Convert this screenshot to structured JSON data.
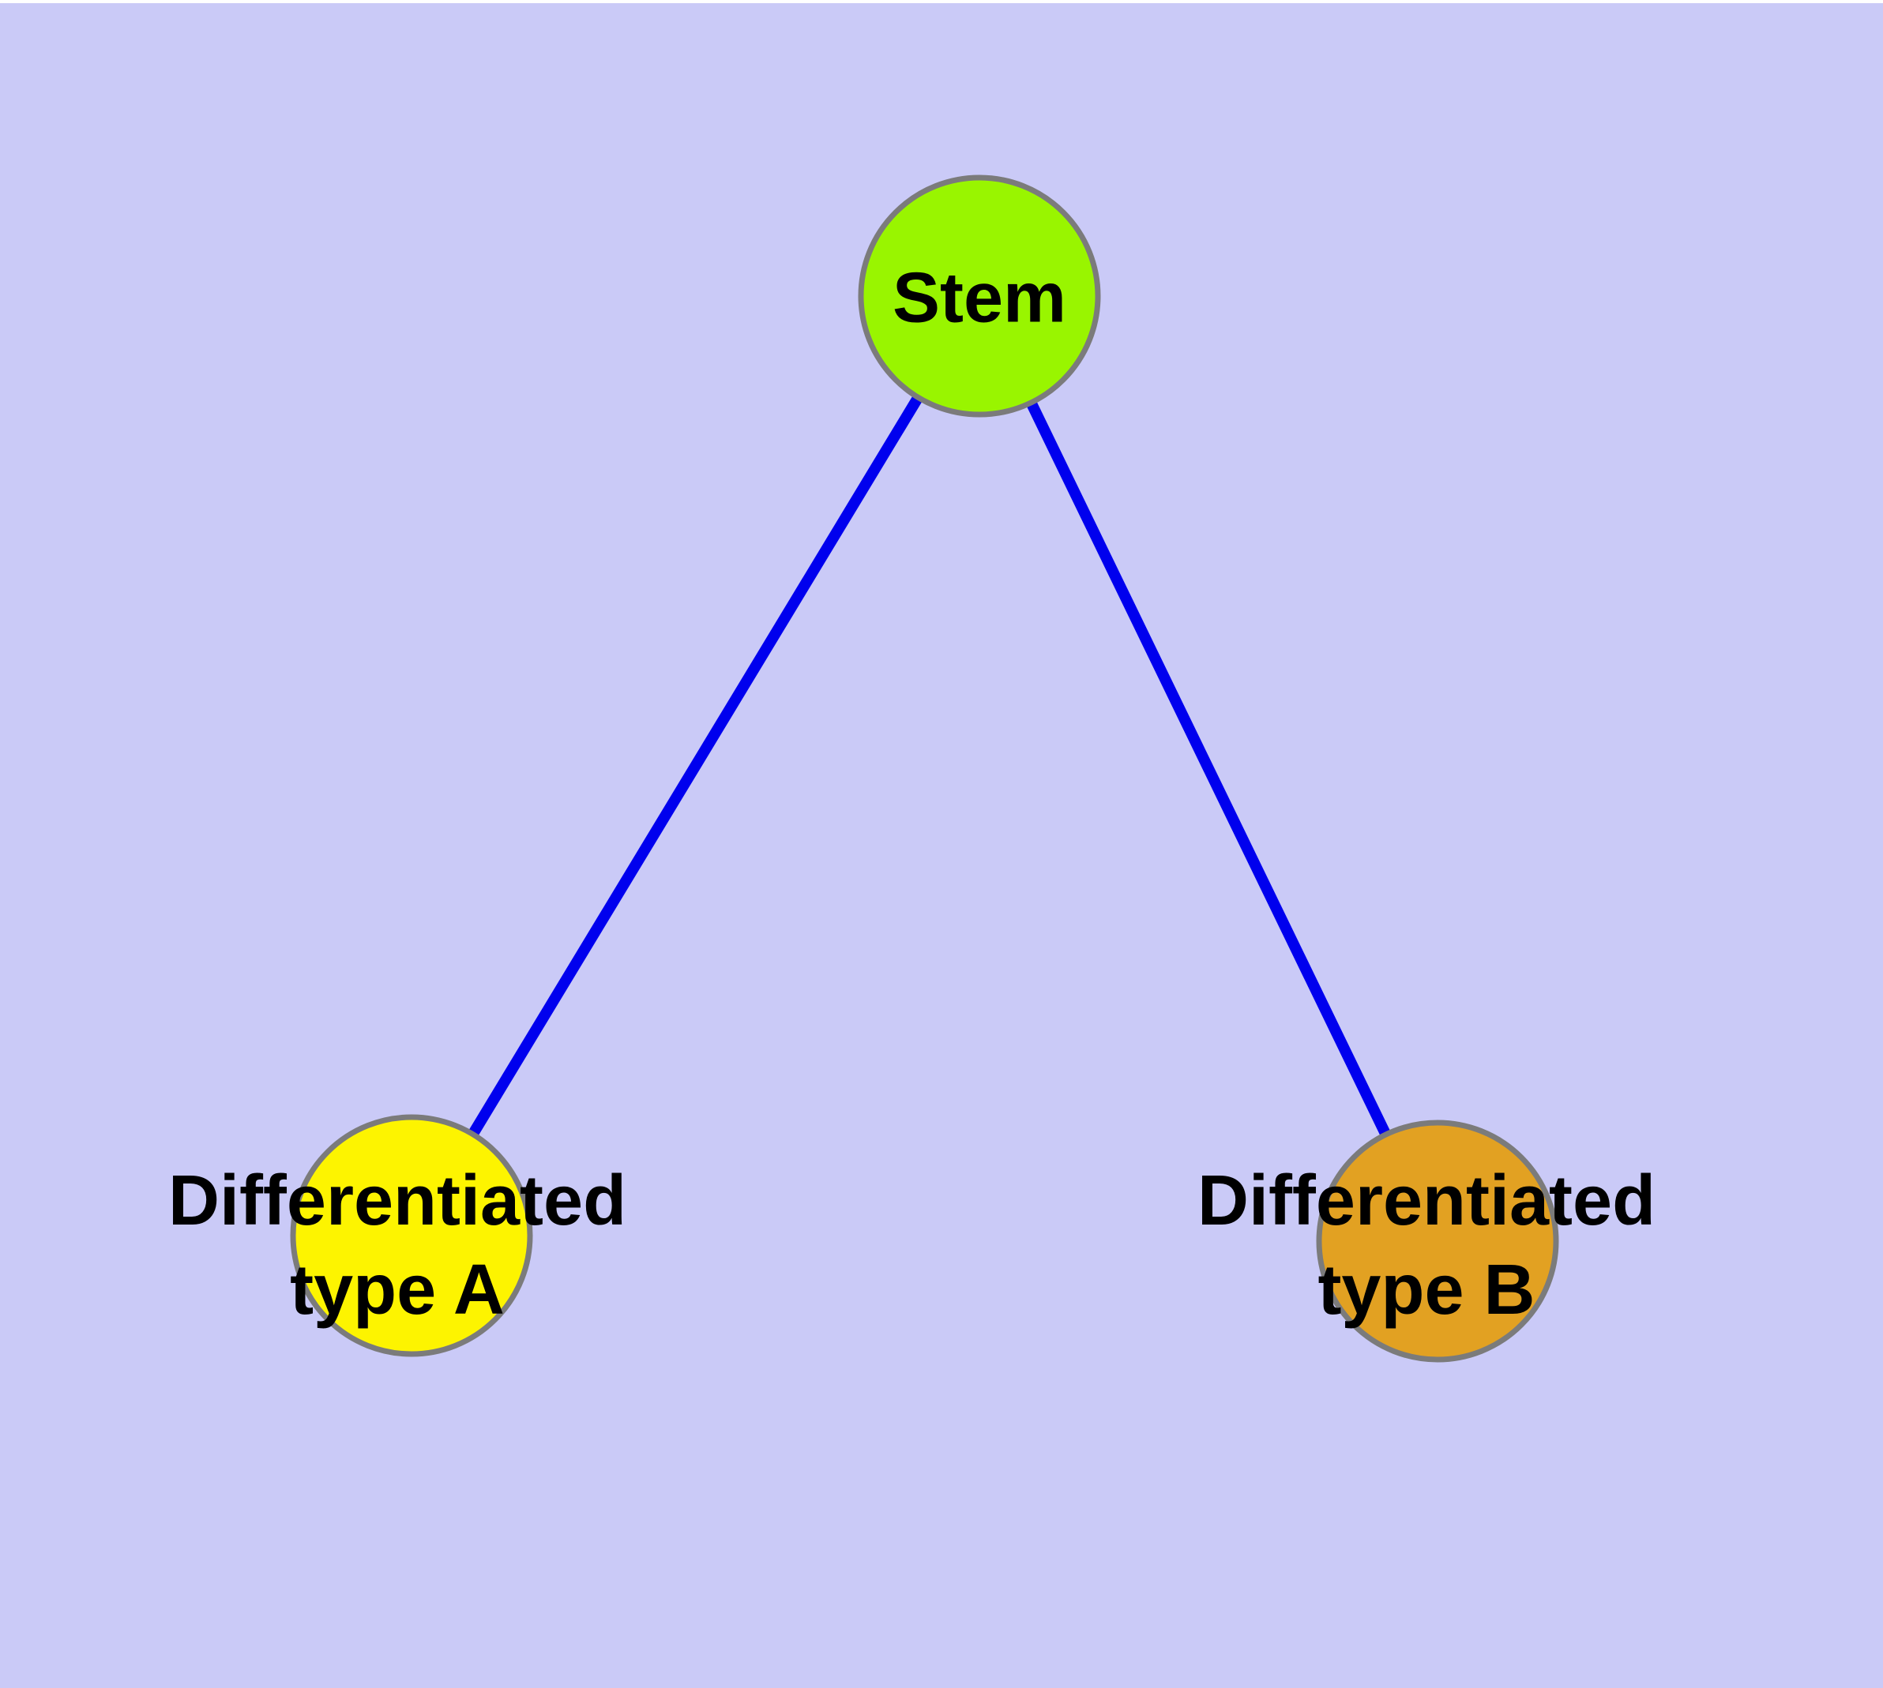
{
  "diagram": {
    "type": "node-link-graph",
    "background_color": "#cacaf7",
    "top_margin_color": "#ffffff",
    "text_color": "#000000",
    "node_border_color": "#7b7b7b",
    "edge_color": "#0000ee",
    "nodes": [
      {
        "id": "stem",
        "label": "Stem",
        "fill_color": "#99f500"
      },
      {
        "id": "differentiated-type-a",
        "label": "Differentiated\ntype A",
        "fill_color": "#fdf400"
      },
      {
        "id": "differentiated-type-b",
        "label": "Differentiated\ntype B",
        "fill_color": "#e2a122"
      }
    ],
    "edges": [
      {
        "from": "Stem",
        "to": "Differentiated type A"
      },
      {
        "from": "Stem",
        "to": "Differentiated type B"
      }
    ]
  }
}
